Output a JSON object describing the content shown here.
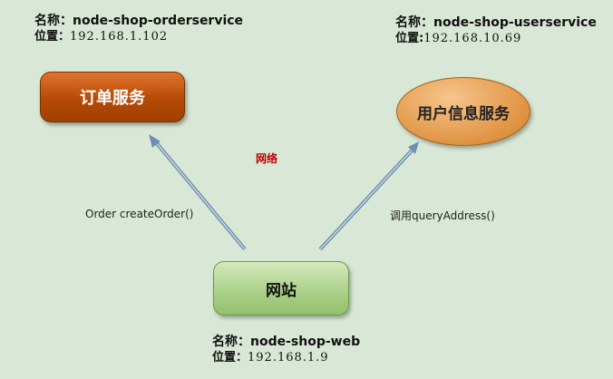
{
  "order_service": {
    "name_line": "名称：node-shop-orderservice",
    "position_prefix": "位置：",
    "position_value": "192.168.1.102",
    "box_label": "订单服务"
  },
  "user_service": {
    "name_line": "名称：node-shop-userservice",
    "position_prefix": "位置:",
    "position_value": "192.168.10.69",
    "box_label": "用户信息服务"
  },
  "web": {
    "name_line": "名称：node-shop-web",
    "position_prefix": "位置：",
    "position_value": "192.168.1.9",
    "box_label": "网站"
  },
  "network_label": "网络",
  "left_arrow_label": "Order createOrder()",
  "right_arrow_label": "调用queryAddress()",
  "colors": {
    "background": "#d9e8d6",
    "order_box": "#c0570f",
    "user_ellipse": "#e39a4c",
    "web_box": "#a8cf86",
    "arrow": "#6f8fb0",
    "network_text": "#c00000"
  }
}
